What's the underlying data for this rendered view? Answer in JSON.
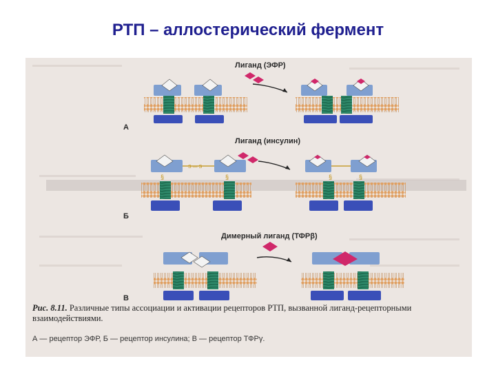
{
  "slide": {
    "title": "РТП – аллостерический фермент"
  },
  "figure": {
    "panel_a": {
      "letter": "А",
      "ligand_label": "Лиганд (ЭФР)"
    },
    "panel_b": {
      "letter": "Б",
      "ligand_label": "Лиганд (инсулин)",
      "bond_label": "S — S"
    },
    "panel_c": {
      "letter": "В",
      "ligand_label": "Димерный лиганд (ТФРβ)"
    },
    "caption": {
      "prefix": "Рис. 8.11.",
      "text": "Различные типы ассоциации и активации рецепторов РТП, вызванной лиганд-рецепторными взаимодействиями.",
      "legend": "А — рецептор ЭФР, Б — рецептор инсулина; В — рецептор ТФРγ."
    },
    "colors": {
      "receptor": "#7f9fd0",
      "kinase": "#3a4fb8",
      "helix": "#2f8a6b",
      "lipid": "#e0a062",
      "ligand": "#d0286a",
      "title": "#1f1f8f"
    }
  }
}
